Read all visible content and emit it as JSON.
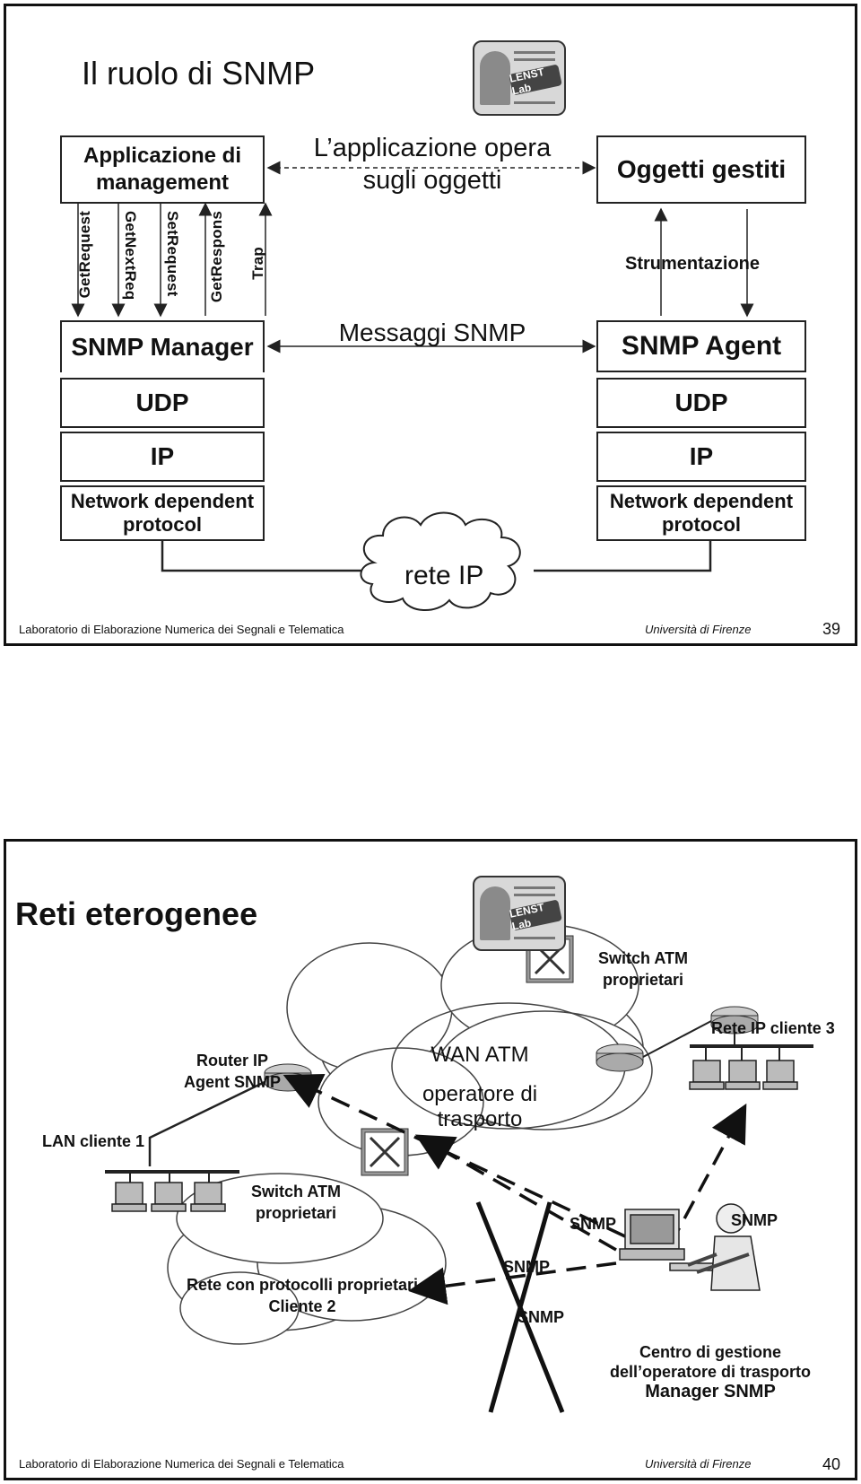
{
  "slide1": {
    "title": "Il ruolo di SNMP",
    "management_app": "Applicazione di management",
    "message_top_line1": "L’applicazione opera",
    "message_top_line2": "sugli oggetti",
    "managed_objects": "Oggetti gestiti",
    "operations": [
      "GetRequest",
      "GetNextReq",
      "SetRequest",
      "GetRespons",
      "Trap"
    ],
    "instrumentation": "Strumentazione",
    "snmp_manager": "SNMP Manager",
    "snmp_messages": "Messaggi SNMP",
    "snmp_agent": "SNMP Agent",
    "udp": "UDP",
    "ip": "IP",
    "network_dependent_line1": "Network dependent",
    "network_dependent_line2": "protocol",
    "cloud_label": "rete IP",
    "footer_left": "Laboratorio di Elaborazione Numerica dei Segnali e Telematica",
    "footer_right": "Università di Firenze",
    "page_number": "39"
  },
  "slide2": {
    "title": "Reti eterogenee",
    "switch_atm_top_line1": "Switch ATM",
    "switch_atm_top_line2": "proprietari",
    "rete_ip_cliente3": "Rete IP cliente 3",
    "router_line1": "Router IP",
    "router_line2": "Agent SNMP",
    "wan_atm": "WAN  ATM",
    "operator_line1": "operatore di",
    "operator_line2": "trasporto",
    "lan_cliente1": "LAN cliente 1",
    "switch_atm_bottom_line1": "Switch ATM",
    "switch_atm_bottom_line2": "proprietari",
    "snmp_label": "SNMP",
    "rete_proto_line1": "Rete con protocolli proprietari",
    "rete_proto_line2": "Cliente 2",
    "center_line1": "Centro di gestione",
    "center_line2": "dell’operatore di trasporto",
    "center_line3": "Manager SNMP",
    "footer_left": "Laboratorio di Elaborazione Numerica dei Segnali e Telematica",
    "footer_right": "Università di Firenze",
    "page_number": "40"
  },
  "logo_text": "LENST Lab"
}
